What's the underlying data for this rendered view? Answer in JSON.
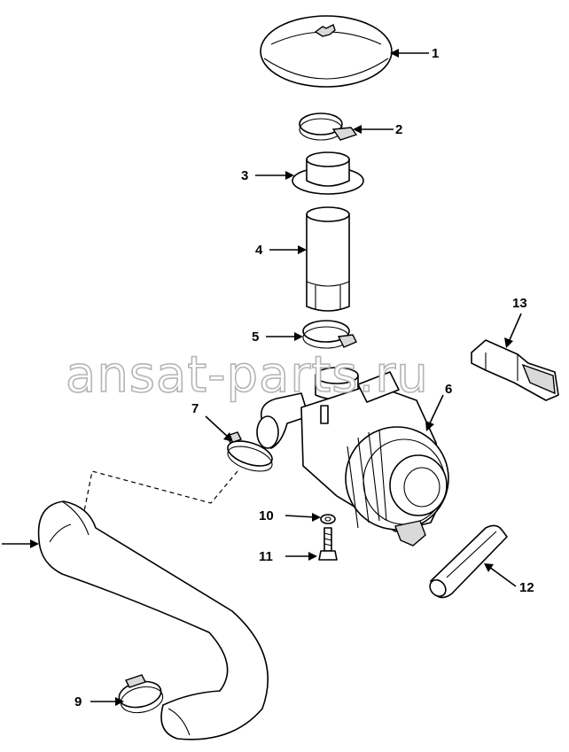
{
  "watermark": "ansat-parts.ru",
  "callouts": {
    "c1": "1",
    "c2": "2",
    "c3": "3",
    "c4": "4",
    "c5": "5",
    "c6": "6",
    "c7": "7",
    "c9": "9",
    "c10": "10",
    "c11": "11",
    "c12": "12",
    "c13": "13"
  },
  "colors": {
    "line": "#000000",
    "background": "#ffffff",
    "watermark_stroke": "#b4b4b4"
  }
}
